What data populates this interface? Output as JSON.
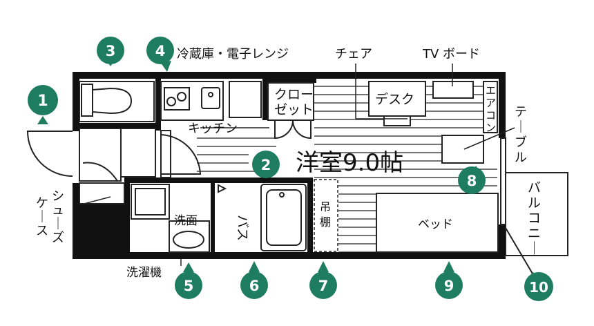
{
  "labels": {
    "fridge_microwave": "冷蔵庫・電子レンジ",
    "chair": "チェア",
    "tv_board": "TV ボード",
    "closet_line1": "クロー",
    "closet_line2": "ゼット",
    "desk": "デスク",
    "aircon_col": [
      "エ",
      "ア",
      "コ",
      "ン"
    ],
    "table_col": [
      "テ",
      "｜",
      "ブ",
      "ル"
    ],
    "kitchen": "キッチン",
    "room": "洋室9.0帖",
    "shoe_case_col1": [
      "シ",
      "ュ",
      "｜",
      "ズ"
    ],
    "shoe_case_col2": [
      "ケ",
      "｜",
      "ス"
    ],
    "washbasin": "洗面",
    "bath": "バス",
    "shelf_col": [
      "吊",
      "棚"
    ],
    "bed": "ベッド",
    "balcony_col": [
      "バ",
      "ル",
      "コ",
      "ニ",
      "｜"
    ],
    "washing_machine": "洗濯機"
  },
  "badges": [
    "1",
    "2",
    "3",
    "4",
    "5",
    "6",
    "7",
    "8",
    "9",
    "10"
  ],
  "colors": {
    "badge": "#1e7d5f",
    "wall": "#111111",
    "line": "#222222"
  }
}
